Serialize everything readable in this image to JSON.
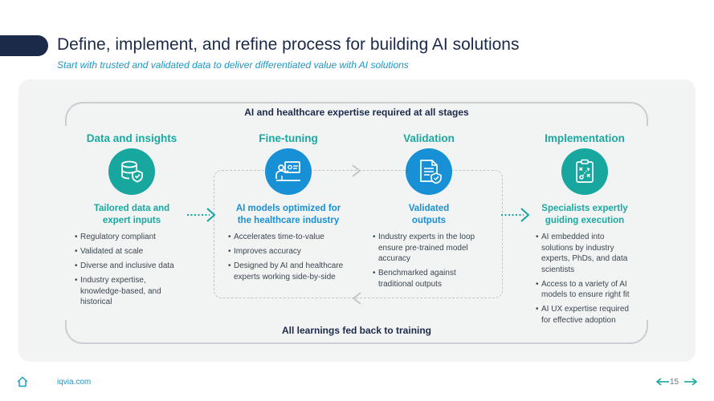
{
  "header": {
    "title": "Define, implement, and refine process for building AI solutions",
    "subtitle": "Start with trusted and validated data to deliver differentiated value with AI solutions"
  },
  "diagram": {
    "top_label": "AI and healthcare expertise required at all stages",
    "bottom_label": "All learnings fed back to training",
    "stages": [
      {
        "title": "Data and insights",
        "icon": "database-shield-icon",
        "headline": [
          "Tailored data and",
          "expert inputs"
        ],
        "bullets": [
          "Regulatory compliant",
          "Validated at scale",
          "Diverse and inclusive data",
          "Industry expertise, knowledge-based, and historical"
        ]
      },
      {
        "title": "Fine-tuning",
        "icon": "presenter-screen-icon",
        "headline": [
          "AI models optimized for",
          "the healthcare industry"
        ],
        "bullets": [
          "Accelerates time-to-value",
          "Improves accuracy",
          "Designed by AI and healthcare experts working side-by-side"
        ]
      },
      {
        "title": "Validation",
        "icon": "document-check-icon",
        "headline": [
          "Validated",
          "outputs"
        ],
        "bullets": [
          "Industry experts in the loop ensure pre-trained model accuracy",
          "Benchmarked against traditional outputs"
        ]
      },
      {
        "title": "Implementation",
        "icon": "strategy-clipboard-icon",
        "headline": [
          "Specialists expertly",
          "guiding execution"
        ],
        "bullets": [
          "AI embedded into solutions by industry experts, PhDs, and data scientists",
          "Access to a variety of AI models to ensure right fit",
          "AI UX expertise required for effective adoption"
        ]
      }
    ]
  },
  "colors": {
    "teal": "#17a79f",
    "blue": "#1890d6",
    "navy": "#1c2a4a"
  },
  "footer": {
    "site": "iqvia.com",
    "page": "15"
  }
}
